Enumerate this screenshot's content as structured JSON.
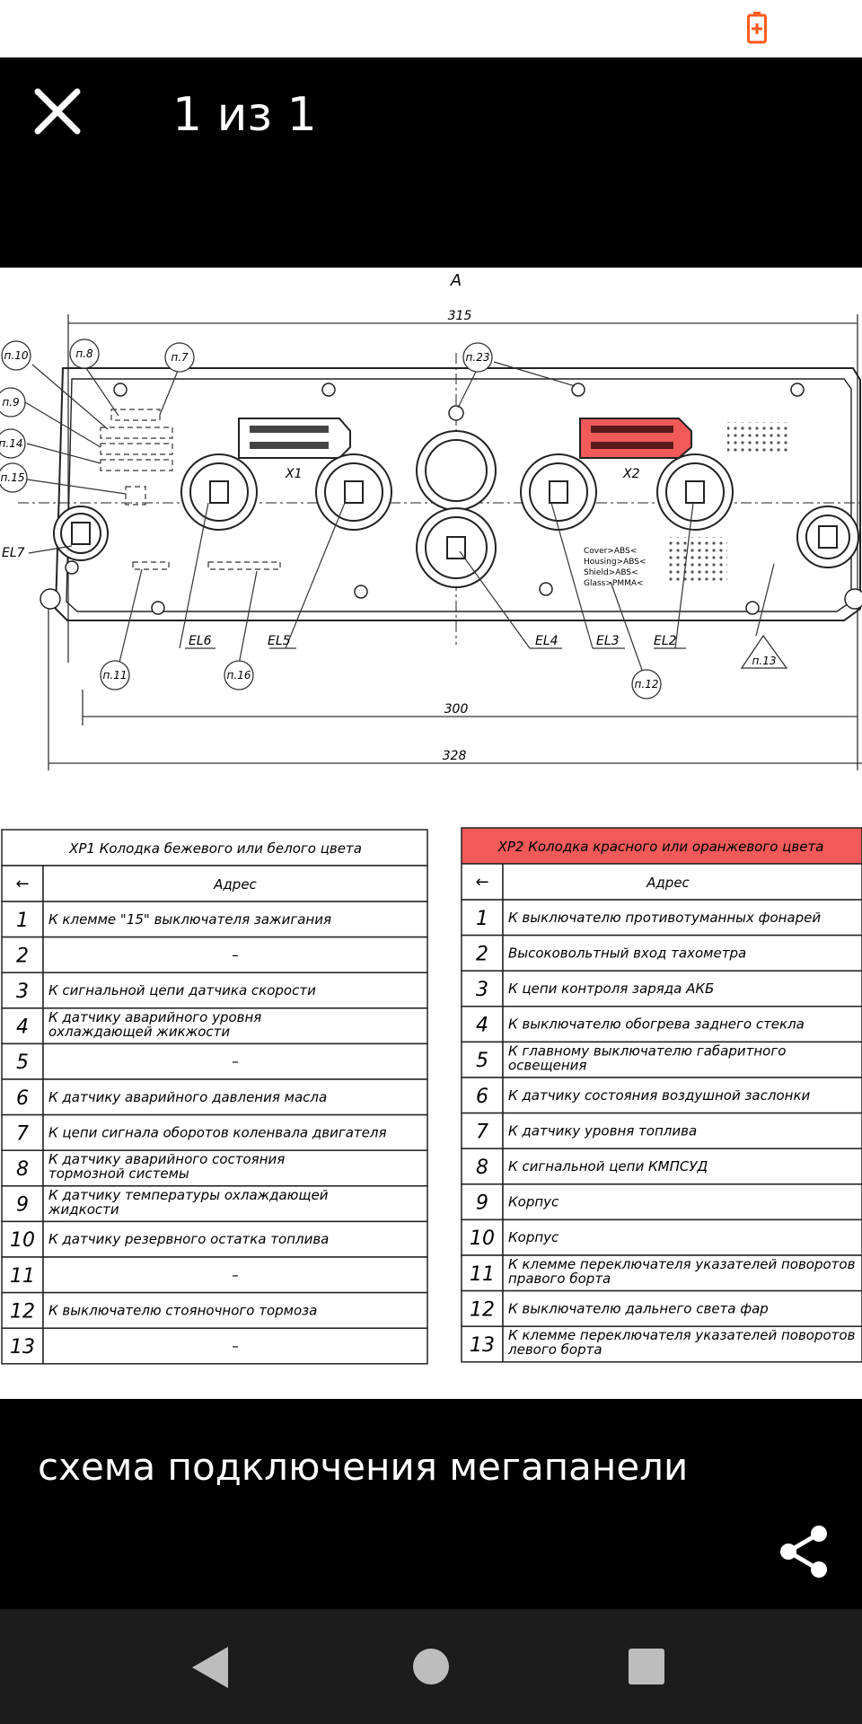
{
  "status_bar": {
    "battery_icon": "battery-charging-icon",
    "battery_color": "#ff5a1f"
  },
  "top_bar": {
    "close_icon": "close-icon",
    "counter": "1 из 1"
  },
  "image": {
    "view_label": "A",
    "dims": {
      "d315": "315",
      "d300": "300",
      "d328": "328"
    },
    "callouts": [
      "п.10",
      "п.8",
      "п.7",
      "п.23",
      "п.9",
      "п.14",
      "п.15",
      "п.11",
      "п.16",
      "п.12",
      "п.13"
    ],
    "connectors": {
      "x1": "X1",
      "x2": "X2"
    },
    "lamps": [
      "EL7",
      "EL6",
      "EL5",
      "EL4",
      "EL3",
      "EL2"
    ],
    "material_notes": [
      "Cover>ABS<",
      "Housing>ABS<",
      "Shield>ABS<",
      "Glass>PMMA<"
    ],
    "table1": {
      "title": "XP1 Колодка бежевого или белого цвета",
      "header_arrow": "←",
      "header_address": "Адрес",
      "rows": [
        {
          "n": "1",
          "text": "К клемме \"15\" выключателя зажигания"
        },
        {
          "n": "2",
          "text": "–"
        },
        {
          "n": "3",
          "text": "К сигнальной цепи датчика скорости"
        },
        {
          "n": "4",
          "text": "К датчику аварийного уровня",
          "text2": "охлаждающей жикжости"
        },
        {
          "n": "5",
          "text": "–"
        },
        {
          "n": "6",
          "text": "К датчику аварийного давления масла"
        },
        {
          "n": "7",
          "text": "К цепи сигнала оборотов коленвала двигателя"
        },
        {
          "n": "8",
          "text": "К датчику аварийного состояния",
          "text2": "тормозной системы"
        },
        {
          "n": "9",
          "text": "К датчику температуры охлаждающей",
          "text2": "жидкости"
        },
        {
          "n": "10",
          "text": "К датчику резервного остатка топлива"
        },
        {
          "n": "11",
          "text": "–"
        },
        {
          "n": "12",
          "text": "К выключателю стояночного тормоза"
        },
        {
          "n": "13",
          "text": "–"
        }
      ]
    },
    "table2": {
      "title": "XP2 Колодка красного или оранжевого цвета",
      "title_bg": "#f25a5a",
      "header_arrow": "←",
      "header_address": "Адрес",
      "rows": [
        {
          "n": "1",
          "text": "К выключателю противотуманных фонарей"
        },
        {
          "n": "2",
          "text": "Высоковольтный вход тахометра"
        },
        {
          "n": "3",
          "text": "К цепи контроля заряда АКБ"
        },
        {
          "n": "4",
          "text": "К выключателю обогрева заднего стекла"
        },
        {
          "n": "5",
          "text": "К главному выключателю габаритного",
          "text2": "освещения"
        },
        {
          "n": "6",
          "text": "К датчику состояния воздушной заслонки"
        },
        {
          "n": "7",
          "text": "К датчику уровня топлива"
        },
        {
          "n": "8",
          "text": "К сигнальной цепи КМПСУД"
        },
        {
          "n": "9",
          "text": "Корпус"
        },
        {
          "n": "10",
          "text": "Корпус"
        },
        {
          "n": "11",
          "text": "К клемме переключателя указателей поворотов",
          "text2": "правого борта"
        },
        {
          "n": "12",
          "text": "К выключателю дальнего света фар"
        },
        {
          "n": "13",
          "text": "К клемме переключателя указателей поворотов",
          "text2": "левого борта"
        }
      ]
    }
  },
  "caption": "схема подключения мегапанели",
  "share_icon": "share-icon",
  "nav": {
    "back_icon": "back-icon",
    "home_icon": "home-icon",
    "recent_icon": "recent-apps-icon"
  }
}
